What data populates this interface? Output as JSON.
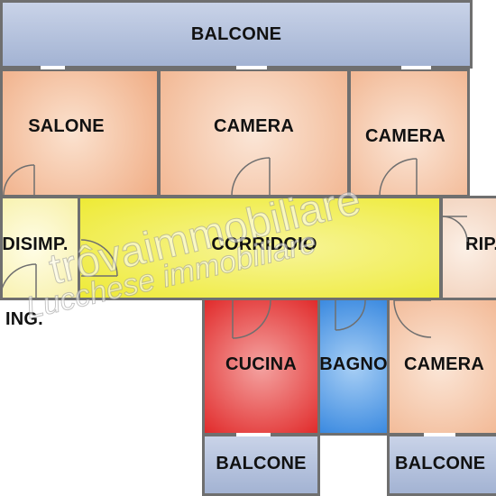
{
  "rooms": {
    "balcone_top": "BALCONE",
    "salone": "SALONE",
    "camera_1": "CAMERA",
    "camera_2": "CAMERA",
    "disimp": "DISIMP.",
    "corridoio": "CORRIDOIO",
    "ripostiglio": "RIP.",
    "cucina": "CUCINA",
    "bagno": "BAGNO",
    "camera_3": "CAMERA",
    "balcone_bottom_left": "BALCONE",
    "balcone_bottom_right": "BALCONE",
    "ingresso": "ING."
  },
  "watermark": {
    "line1": "trôvaimmobiliare",
    "line2": "Lucchese immobiliare"
  },
  "colors": {
    "balcone": "#a9b8d6",
    "salone": "#f0b08a",
    "camera": "#f2c2a2",
    "disimp": "#fbf7c8",
    "corridoio": "#f1ee40",
    "ripostiglio": "#f4dccb",
    "cucina": "#e8393a",
    "bagno": "#3f8fe0",
    "walls": "#6f6f6f"
  }
}
